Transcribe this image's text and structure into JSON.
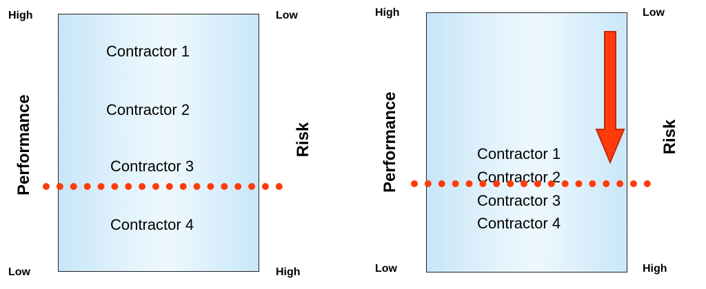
{
  "left_panel": {
    "top_left": "High",
    "top_right": "Low",
    "bottom_left": "Low",
    "bottom_right": "High",
    "left_axis": "Performance",
    "right_axis": "Risk",
    "items": [
      "Contractor 1",
      "Contractor 2",
      "Contractor 3",
      "Contractor 4"
    ]
  },
  "right_panel": {
    "top_left": "High",
    "top_right": "Low",
    "bottom_left": "Low",
    "bottom_right": "High",
    "left_axis": "Performance",
    "right_axis": "Risk",
    "items": [
      "Contractor 1",
      "Contractor 2",
      "Contractor 3",
      "Contractor 4"
    ]
  },
  "colors": {
    "threshold_line": "#ff3b0b",
    "arrow_fill": "#ff3b0b",
    "arrow_stroke": "#c0280a",
    "box_fill": "#dff1fb"
  }
}
